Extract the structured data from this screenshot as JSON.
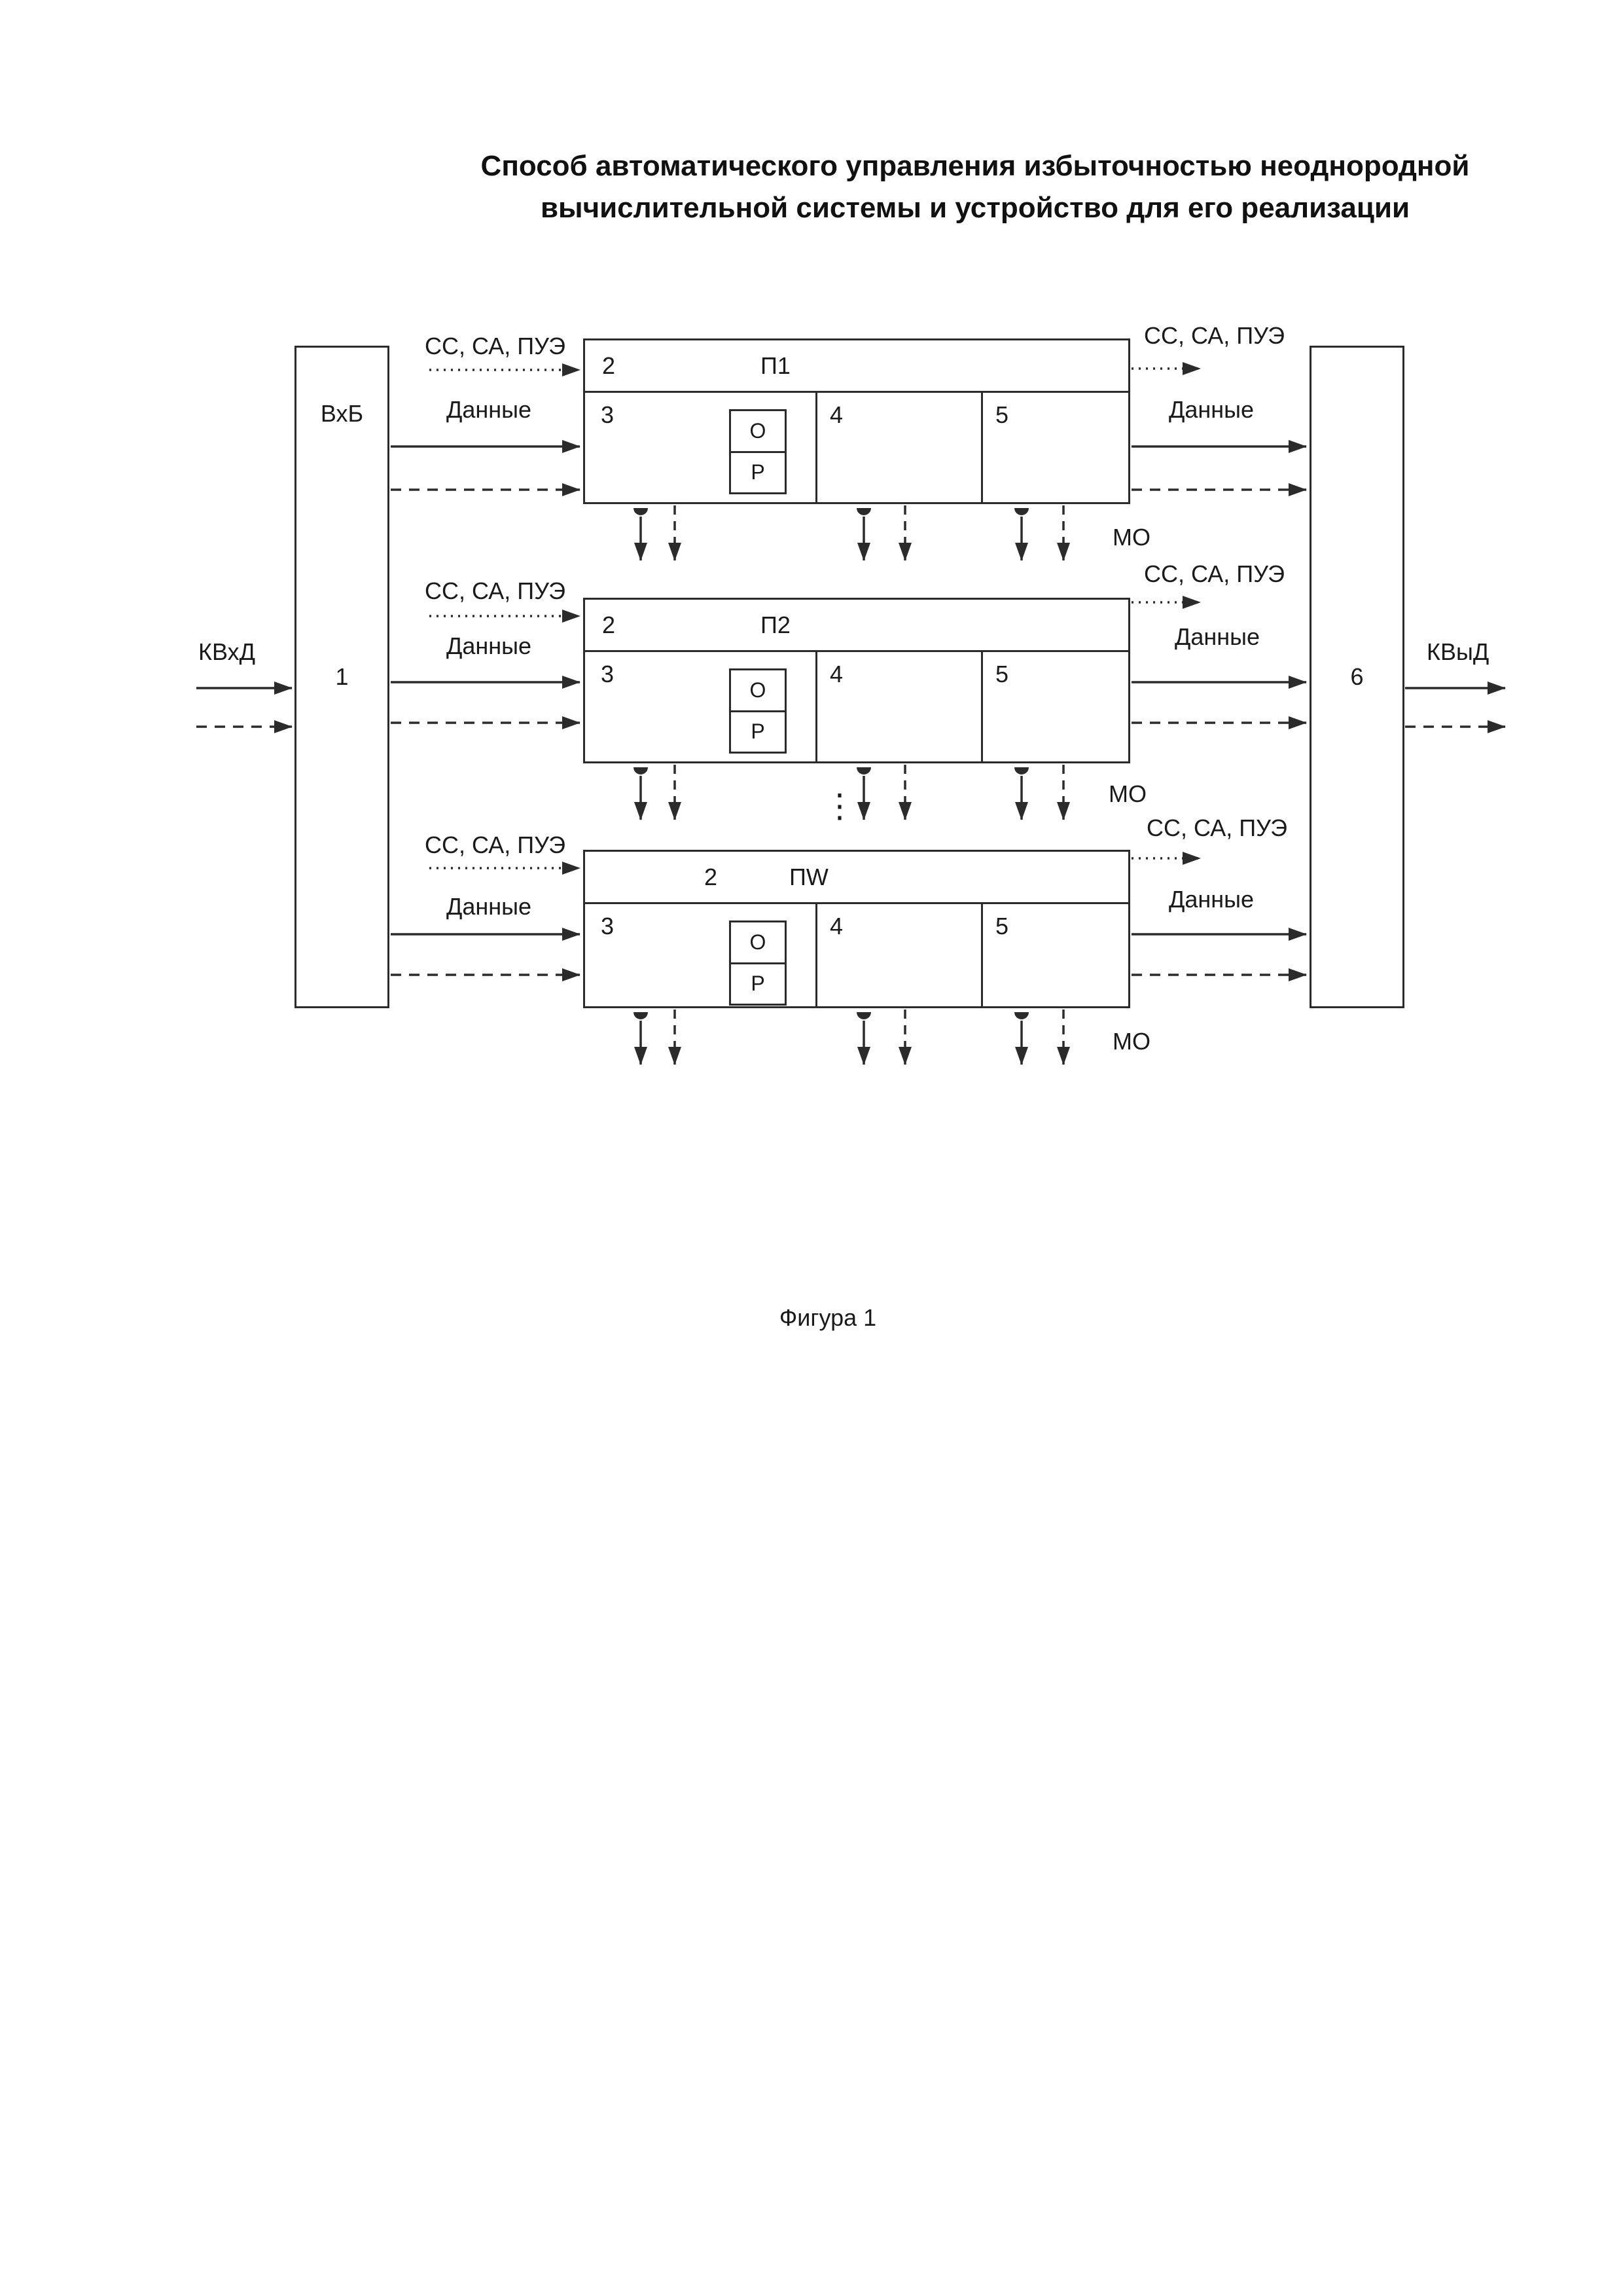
{
  "title": {
    "line1": "Способ автоматического управления избыточностью неоднородной",
    "line2": "вычислительной системы и устройство для его реализации"
  },
  "caption": "Фигура 1",
  "ellipsis": "⋮",
  "labels": {
    "control_bus": "СС, СА, ПУЭ",
    "data_bus": "Данные",
    "mo": "МО",
    "input": "КВхД",
    "output": "КВыД"
  },
  "block_input": {
    "name": "ВхБ",
    "number": "1"
  },
  "block_output": {
    "number": "6"
  },
  "processors": [
    {
      "number": "2",
      "name": "П1",
      "sections": [
        "3",
        "4",
        "5"
      ],
      "cell_top": "О",
      "cell_bottom": "Р"
    },
    {
      "number": "2",
      "name": "П2",
      "sections": [
        "3",
        "4",
        "5"
      ],
      "cell_top": "О",
      "cell_bottom": "Р"
    },
    {
      "number": "2",
      "name": "ПW",
      "sections": [
        "3",
        "4",
        "5"
      ],
      "cell_top": "О",
      "cell_bottom": "Р"
    }
  ],
  "colors": {
    "line": "#2b2b2b",
    "text": "#1a1a1a",
    "background": "#ffffff"
  }
}
